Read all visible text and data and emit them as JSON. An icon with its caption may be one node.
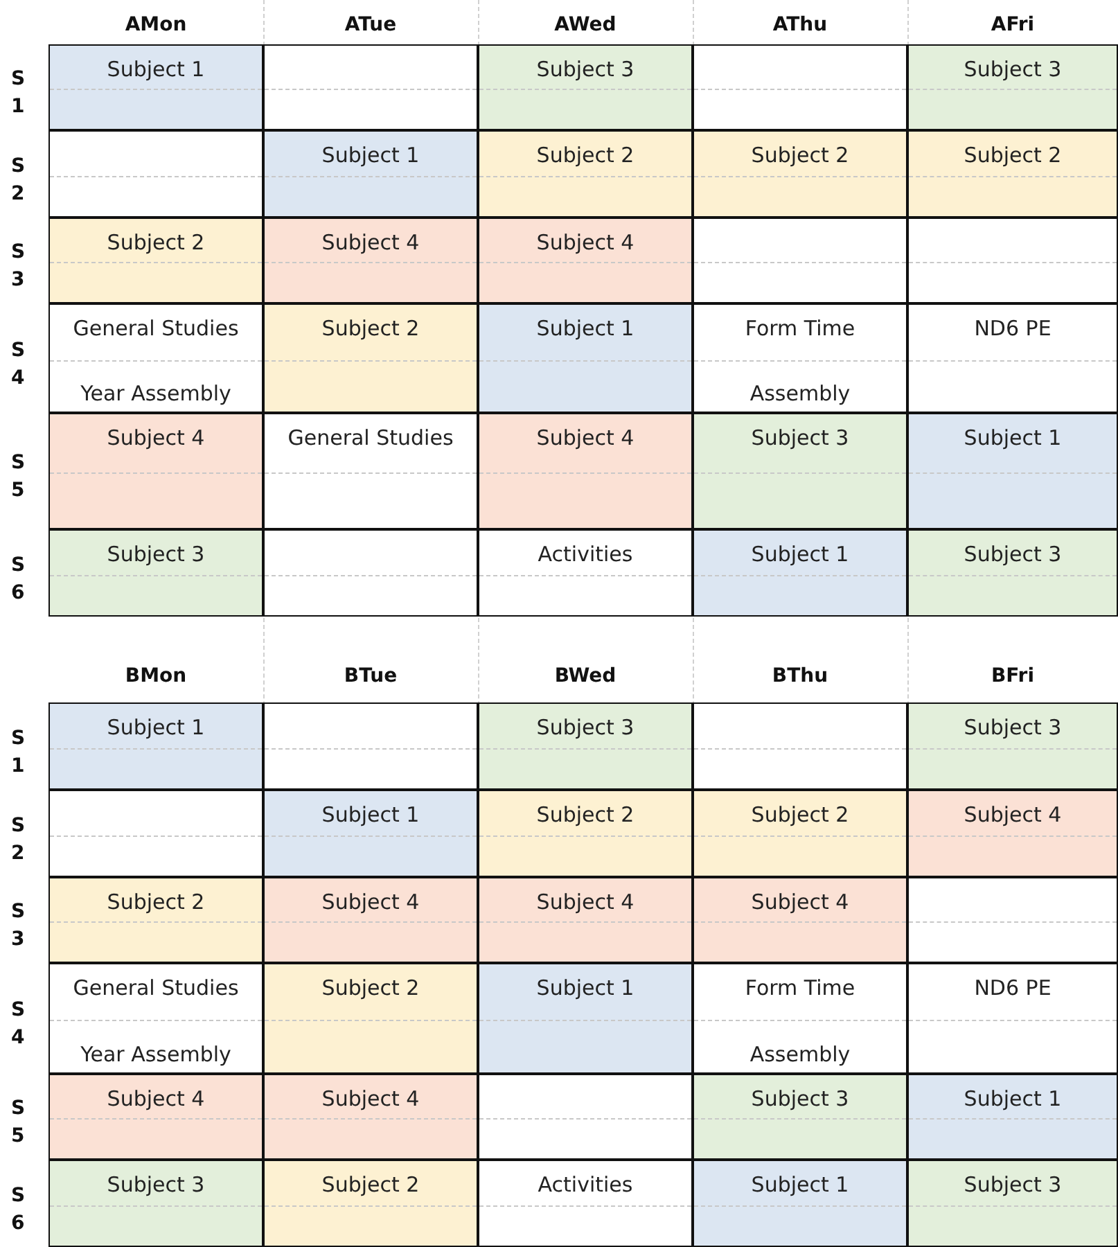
{
  "diagram": {
    "labels": [
      "AMon",
      "ATue",
      "AWed",
      "AThu",
      "AFri",
      "S 1",
      "Subject 1",
      "Subject 3",
      "Subject 3",
      "S 2",
      "Subject 1",
      "Subject 2",
      "Subject 2",
      "Subject 2",
      "S 3",
      "Subject 2",
      "Subject 4",
      "Subject 4",
      "S 4",
      "General Studies",
      "Year Assembly",
      "Subject 2",
      "Subject 1",
      "Form Time",
      "Assembly",
      "ND6 PE",
      "S 5",
      "Subject 4",
      "General Studies",
      "Subject 4",
      "Subject 3",
      "Subject 1",
      "S 6",
      "Subject 3",
      "Activities",
      "Subject 1",
      "Subject 3",
      "BMon",
      "BTue",
      "BWed",
      "BThu",
      "BFri",
      "S 1",
      "Subject 1",
      "Subject 3",
      "Subject 3",
      "S 2",
      "Subject 1",
      "Subject 2",
      "Subject 2",
      "Subject 4",
      "S 3",
      "Subject 2",
      "Subject 4",
      "Subject 4",
      "Subject 4",
      "S 4",
      "General Studies",
      "Year Assembly",
      "Subject 2",
      "Subject 1",
      "Form Time",
      "Assembly",
      "ND6 PE",
      "S 5",
      "Subject 4",
      "Subject 4",
      "Subject 3",
      "Subject 1",
      "S 6",
      "Subject 3",
      "Subject 2",
      "Activities",
      "Subject 1",
      "Subject 3"
    ]
  }
}
